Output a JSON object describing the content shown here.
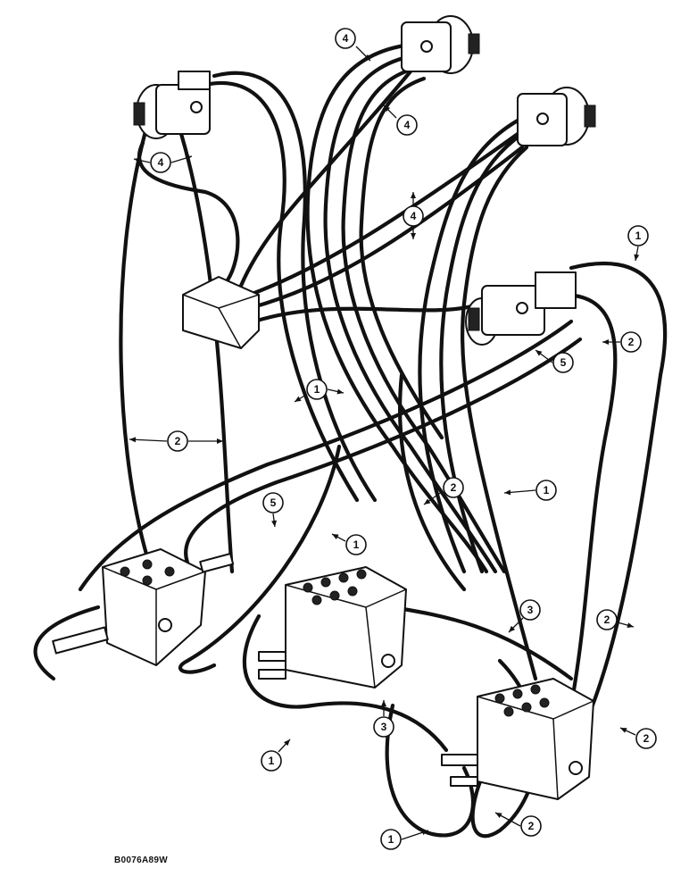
{
  "figure": {
    "code": "B0076A89W"
  },
  "callouts": [
    "1",
    "2",
    "3",
    "4",
    "5"
  ]
}
